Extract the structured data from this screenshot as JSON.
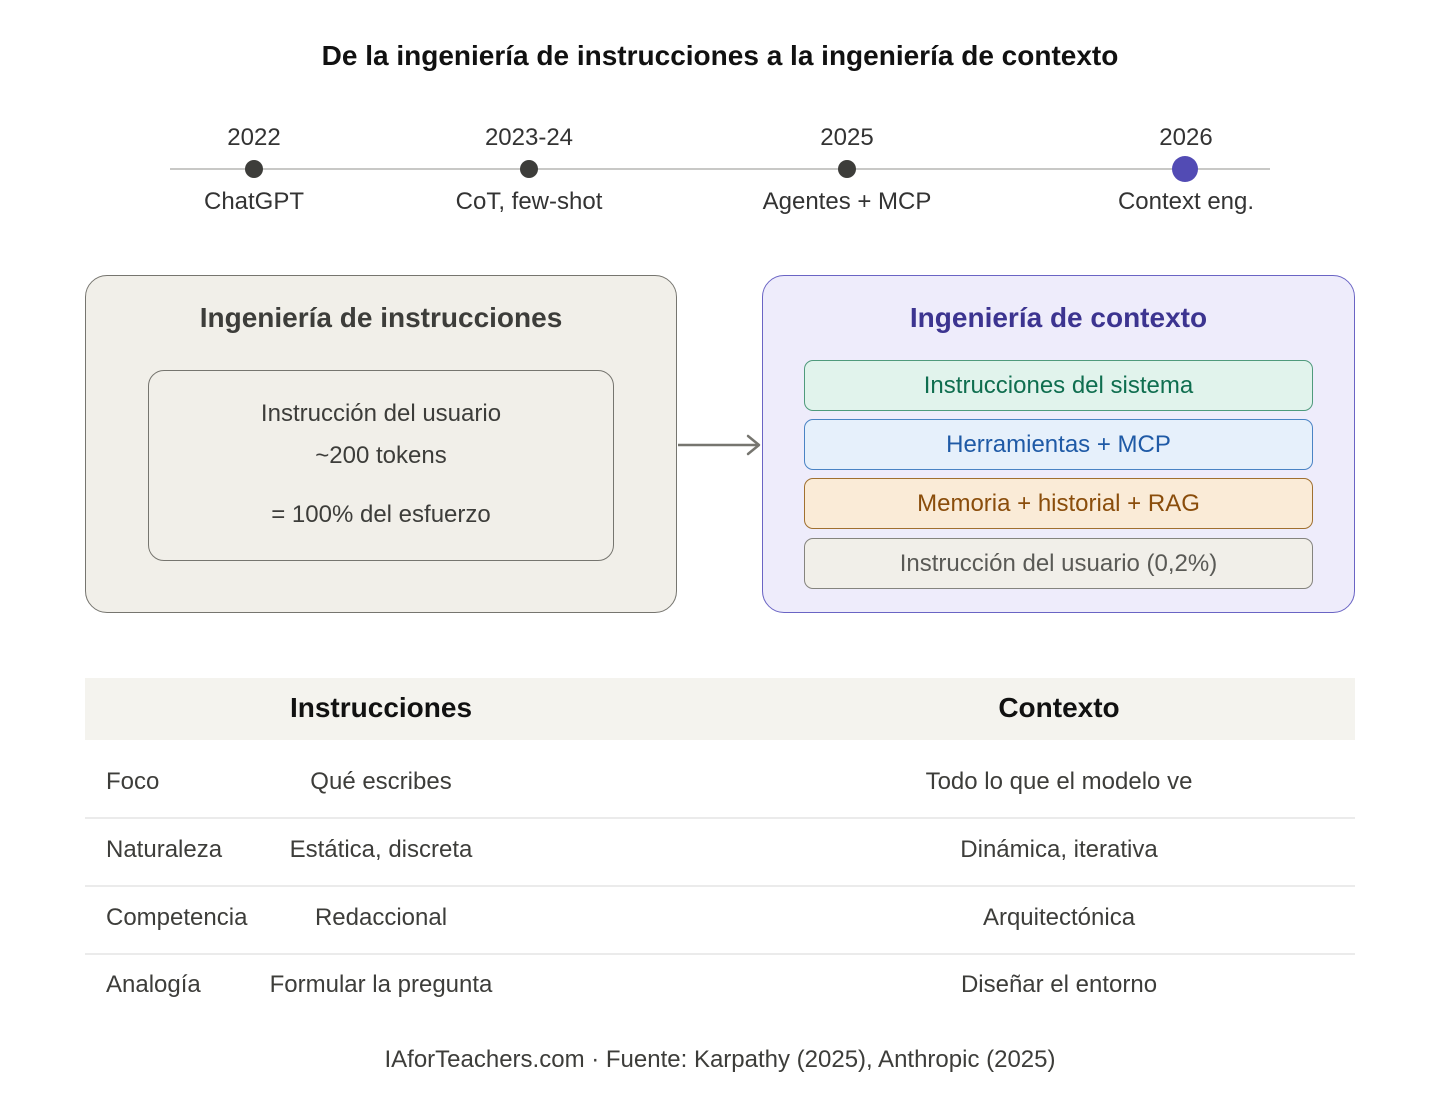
{
  "title": "De la ingeniería de instrucciones a la ingeniería de contexto",
  "timeline": [
    {
      "year": "2022",
      "label": "ChatGPT",
      "active": false
    },
    {
      "year": "2023-24",
      "label": "CoT, few-shot",
      "active": false
    },
    {
      "year": "2025",
      "label": "Agentes + MCP",
      "active": false
    },
    {
      "year": "2026",
      "label": "Context eng.",
      "active": true
    }
  ],
  "colors": {
    "accent": "#524bb4",
    "timeline_dot": "#3d3d3a",
    "left_panel_bg": "#f1efe9",
    "right_panel_bg": "#eeecfb",
    "right_title": "#3c3490"
  },
  "left_panel": {
    "title": "Ingeniería de instrucciones",
    "inner": {
      "line1": "Instrucción del usuario",
      "line2": "~200 tokens",
      "line3": "= 100% del esfuerzo"
    }
  },
  "right_panel": {
    "title": "Ingeniería de contexto",
    "layers": [
      {
        "label": "Instrucciones del sistema",
        "bg": "#e1f3ec",
        "border": "#4f9a7c",
        "color": "#0f6e4f"
      },
      {
        "label": "Herramientas + MCP",
        "bg": "#e6f0fb",
        "border": "#4a83c4",
        "color": "#1f5aa6"
      },
      {
        "label": "Memoria + historial + RAG",
        "bg": "#faebd7",
        "border": "#a0702f",
        "color": "#8a4d0b"
      },
      {
        "label": "Instrucción del usuario (0,2%)",
        "bg": "#f1efe9",
        "border": "#85847e",
        "color": "#5a5a56"
      }
    ]
  },
  "table": {
    "headers": [
      "",
      "Instrucciones",
      "Contexto"
    ],
    "rows": [
      {
        "label": "Foco",
        "instrucciones": "Qué escribes",
        "contexto": "Todo lo que el modelo ve"
      },
      {
        "label": "Naturaleza",
        "instrucciones": "Estática, discreta",
        "contexto": "Dinámica, iterativa"
      },
      {
        "label": "Competencia",
        "instrucciones": "Redaccional",
        "contexto": "Arquitectónica"
      },
      {
        "label": "Analogía",
        "instrucciones": "Formular la pregunta",
        "contexto": "Diseñar el entorno"
      }
    ]
  },
  "footer": "IAforTeachers.com · Fuente: Karpathy (2025), Anthropic (2025)"
}
